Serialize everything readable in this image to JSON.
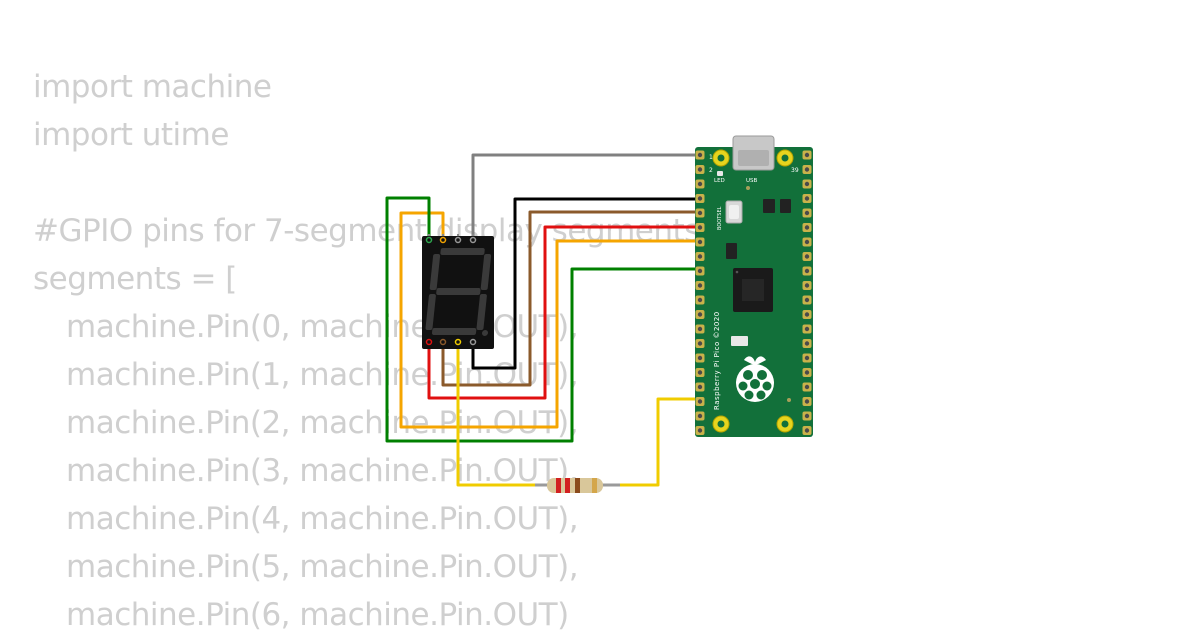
{
  "code": {
    "lines": [
      {
        "text": "import machine",
        "indent": false
      },
      {
        "text": "import utime",
        "indent": false
      },
      {
        "text": "",
        "indent": false
      },
      {
        "text": "#GPIO pins for 7-segment display segments",
        "indent": false
      },
      {
        "text": "segments = [",
        "indent": false
      },
      {
        "text": "machine.Pin(0, machine.Pin.OUT),",
        "indent": true
      },
      {
        "text": "machine.Pin(1, machine.Pin.OUT),",
        "indent": true
      },
      {
        "text": "machine.Pin(2, machine.Pin.OUT),",
        "indent": true
      },
      {
        "text": "machine.Pin(3, machine.Pin.OUT),",
        "indent": true
      },
      {
        "text": "machine.Pin(4, machine.Pin.OUT),",
        "indent": true
      },
      {
        "text": "machine.Pin(5, machine.Pin.OUT),",
        "indent": true
      },
      {
        "text": "machine.Pin(6, machine.Pin.OUT)",
        "indent": true
      }
    ]
  },
  "board": {
    "name": "Raspberry Pi Pico ©2020",
    "usb_label": "USB",
    "led_label": "LED",
    "bootsel_label": "BOOTSEL",
    "pin_1": "1",
    "pin_2": "2",
    "pin_39": "39",
    "color": "#12703a"
  },
  "display": {
    "digit": "8",
    "body_color": "#111111",
    "segment_off_color": "#3a3a3a"
  },
  "resistor": {
    "body_color": "#d9c79a",
    "bands": [
      "#d22020",
      "#d22020",
      "#8b4a1c",
      "#d4a64a"
    ]
  },
  "wires": {
    "gray": "#808080",
    "black": "#000000",
    "brown": "#8b5a2b",
    "red": "#e01010",
    "orange": "#f5a500",
    "green": "#008000",
    "yellow": "#f0cc00"
  }
}
